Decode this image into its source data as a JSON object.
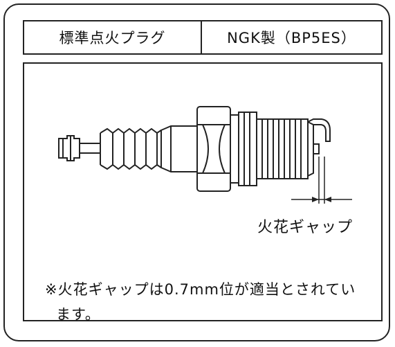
{
  "spec": {
    "label": "標準点火プラグ",
    "value": "NGK製（BP5ES）"
  },
  "diagram": {
    "gap_label": "火花ギャップ",
    "note_line1": "※火花ギャップは0.7mm位が適当とされてい",
    "note_line2": "ます。"
  },
  "colors": {
    "ink": "#222222",
    "background": "#ffffff"
  }
}
